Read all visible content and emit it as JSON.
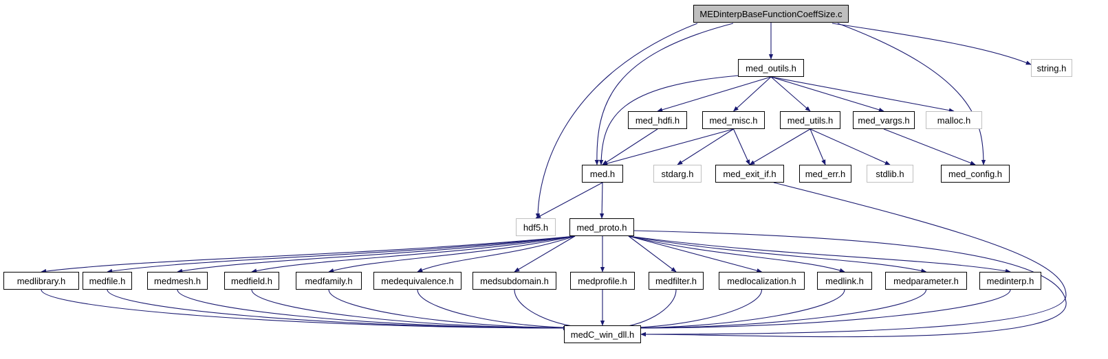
{
  "colors": {
    "edge": "#191970",
    "node_border": "#000000",
    "external_border": "#bfbfbf",
    "root_fill": "#bfbfbf"
  },
  "nodes": {
    "root": "MEDinterpBaseFunctionCoeffSize.c",
    "med_outils": "med_outils.h",
    "string": "string.h",
    "med_hdfi": "med_hdfi.h",
    "med_misc": "med_misc.h",
    "med_utils": "med_utils.h",
    "med_vargs": "med_vargs.h",
    "malloc": "malloc.h",
    "med": "med.h",
    "stdarg": "stdarg.h",
    "med_exit_if": "med_exit_if.h",
    "med_err": "med_err.h",
    "stdlib": "stdlib.h",
    "med_config": "med_config.h",
    "hdf5": "hdf5.h",
    "med_proto": "med_proto.h",
    "medlibrary": "medlibrary.h",
    "medfile": "medfile.h",
    "medmesh": "medmesh.h",
    "medfield": "medfield.h",
    "medfamily": "medfamily.h",
    "medequivalence": "medequivalence.h",
    "medsubdomain": "medsubdomain.h",
    "medprofile": "medprofile.h",
    "medfilter": "medfilter.h",
    "medlocalization": "medlocalization.h",
    "medlink": "medlink.h",
    "medparameter": "medparameter.h",
    "medinterp": "medinterp.h",
    "medC_win_dll": "medC_win_dll.h"
  },
  "edges": [
    [
      "root",
      "med_outils"
    ],
    [
      "root",
      "string"
    ],
    [
      "root",
      "med"
    ],
    [
      "root",
      "hdf5"
    ],
    [
      "root",
      "med_config"
    ],
    [
      "med_outils",
      "med_hdfi"
    ],
    [
      "med_outils",
      "med_misc"
    ],
    [
      "med_outils",
      "med_utils"
    ],
    [
      "med_outils",
      "med_vargs"
    ],
    [
      "med_outils",
      "malloc"
    ],
    [
      "med_outils",
      "med"
    ],
    [
      "med_hdfi",
      "med"
    ],
    [
      "med_misc",
      "med"
    ],
    [
      "med_misc",
      "stdarg"
    ],
    [
      "med_misc",
      "med_exit_if"
    ],
    [
      "med_utils",
      "med_exit_if"
    ],
    [
      "med_utils",
      "med_err"
    ],
    [
      "med_utils",
      "stdlib"
    ],
    [
      "med_vargs",
      "med_config"
    ],
    [
      "med",
      "hdf5"
    ],
    [
      "med",
      "med_proto"
    ],
    [
      "med_exit_if",
      "medC_win_dll"
    ],
    [
      "med_proto",
      "medlibrary"
    ],
    [
      "med_proto",
      "medfile"
    ],
    [
      "med_proto",
      "medmesh"
    ],
    [
      "med_proto",
      "medfield"
    ],
    [
      "med_proto",
      "medfamily"
    ],
    [
      "med_proto",
      "medequivalence"
    ],
    [
      "med_proto",
      "medsubdomain"
    ],
    [
      "med_proto",
      "medprofile"
    ],
    [
      "med_proto",
      "medfilter"
    ],
    [
      "med_proto",
      "medlocalization"
    ],
    [
      "med_proto",
      "medlink"
    ],
    [
      "med_proto",
      "medparameter"
    ],
    [
      "med_proto",
      "medinterp"
    ],
    [
      "med_proto",
      "medC_win_dll"
    ],
    [
      "medlibrary",
      "medC_win_dll"
    ],
    [
      "medfile",
      "medC_win_dll"
    ],
    [
      "medmesh",
      "medC_win_dll"
    ],
    [
      "medfield",
      "medC_win_dll"
    ],
    [
      "medfamily",
      "medC_win_dll"
    ],
    [
      "medequivalence",
      "medC_win_dll"
    ],
    [
      "medsubdomain",
      "medC_win_dll"
    ],
    [
      "medprofile",
      "medC_win_dll"
    ],
    [
      "medfilter",
      "medC_win_dll"
    ],
    [
      "medlocalization",
      "medC_win_dll"
    ],
    [
      "medlink",
      "medC_win_dll"
    ],
    [
      "medparameter",
      "medC_win_dll"
    ],
    [
      "medinterp",
      "medC_win_dll"
    ]
  ]
}
